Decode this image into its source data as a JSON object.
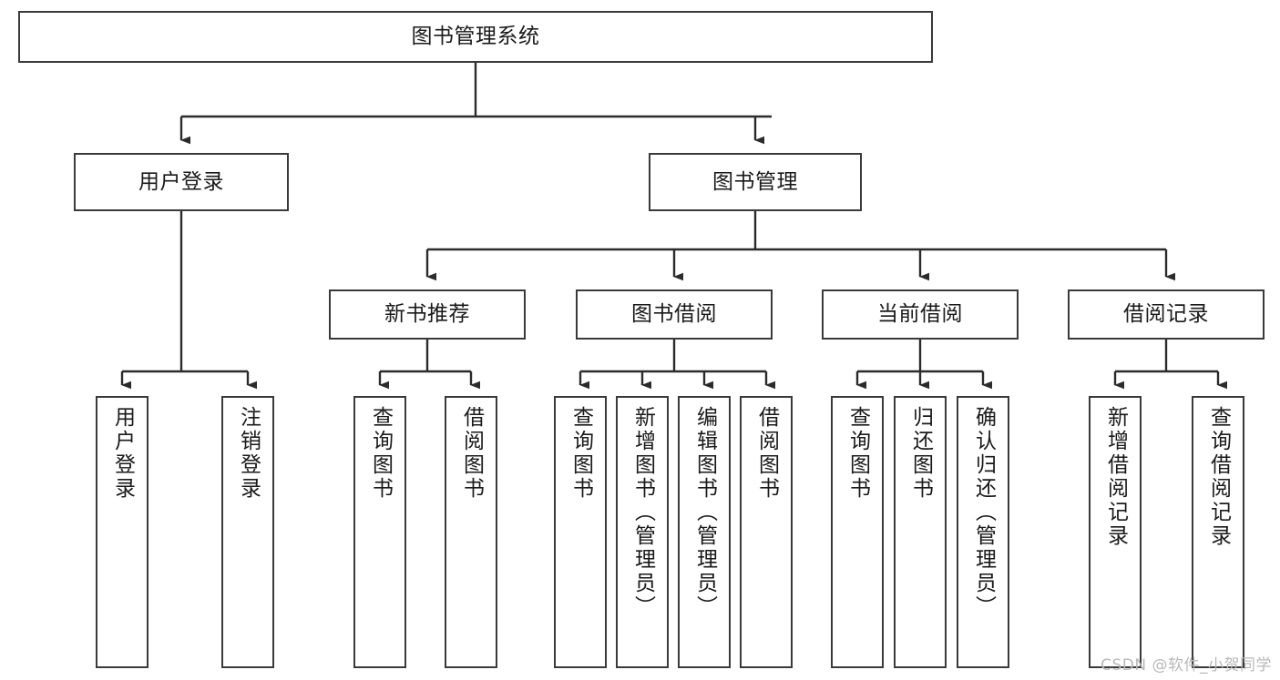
{
  "diagram": {
    "title": "图书管理系统",
    "type": "tree-hierarchy-chart",
    "colors": {
      "box_border": "#3a3a3a",
      "box_fill": "#ffffff",
      "edge": "#2b2b2b",
      "text": "#1a1a1a",
      "watermark": "#b9b9b9"
    },
    "root": {
      "label": "图书管理系统"
    },
    "level2": [
      {
        "label": "用户登录"
      },
      {
        "label": "图书管理"
      }
    ],
    "level3": [
      {
        "label": "新书推荐"
      },
      {
        "label": "图书借阅"
      },
      {
        "label": "当前借阅"
      },
      {
        "label": "借阅记录"
      }
    ],
    "leaves": {
      "user_login": [
        {
          "label": "用户登录"
        },
        {
          "label": "注销登录"
        }
      ],
      "new_book_rec": [
        {
          "label": "查询图书"
        },
        {
          "label": "借阅图书"
        }
      ],
      "book_borrow": [
        {
          "label": "查询图书"
        },
        {
          "label": "新增图书（管理员）"
        },
        {
          "label": "编辑图书（管理员）"
        },
        {
          "label": "借阅图书"
        }
      ],
      "current_borrow": [
        {
          "label": "查询图书"
        },
        {
          "label": "归还图书"
        },
        {
          "label": "确认归还（管理员）"
        }
      ],
      "borrow_record": [
        {
          "label": "新增借阅记录"
        },
        {
          "label": "查询借阅记录"
        }
      ]
    }
  },
  "watermark": {
    "text": "CSDN @软件_小贺同学"
  }
}
